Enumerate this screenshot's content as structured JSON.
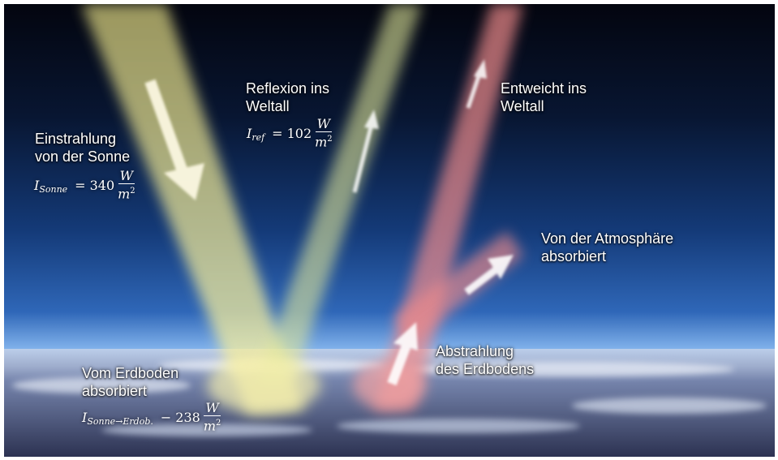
{
  "labels": {
    "incoming": [
      "Einstrahlung",
      "von der Sonne"
    ],
    "reflected": [
      "Reflexion ins",
      "Weltall"
    ],
    "escape": [
      "Entweicht ins",
      "Weltall"
    ],
    "atmosphere": [
      "Von der Atmosphäre",
      "absorbiert"
    ],
    "surface_emission": [
      "Abstrahlung",
      "des Erdbodens"
    ],
    "ground_absorbed": [
      "Vom Erdboden",
      "absorbiert"
    ]
  },
  "formulas": {
    "incoming": {
      "symbol": "I",
      "subscript": "Sonne",
      "equals": "=",
      "value": "340",
      "unit_num": "W",
      "unit_den": "m",
      "unit_exp": "2"
    },
    "reflected": {
      "symbol": "I",
      "subscript": "ref",
      "equals": "=",
      "value": "102",
      "unit_num": "W",
      "unit_den": "m",
      "unit_exp": "2"
    },
    "ground": {
      "symbol": "I",
      "subscript": "Sonne→Erdob.",
      "equals": "−",
      "value": "238",
      "unit_num": "W",
      "unit_den": "m",
      "unit_exp": "2"
    }
  },
  "colors": {
    "solar_beam": "#f3eb8c",
    "infrared_beam": "#f08c8c",
    "reflected_beam": "#dfe69a",
    "sky_top": "#04081a",
    "sky_horizon": "#6b9fe0"
  }
}
